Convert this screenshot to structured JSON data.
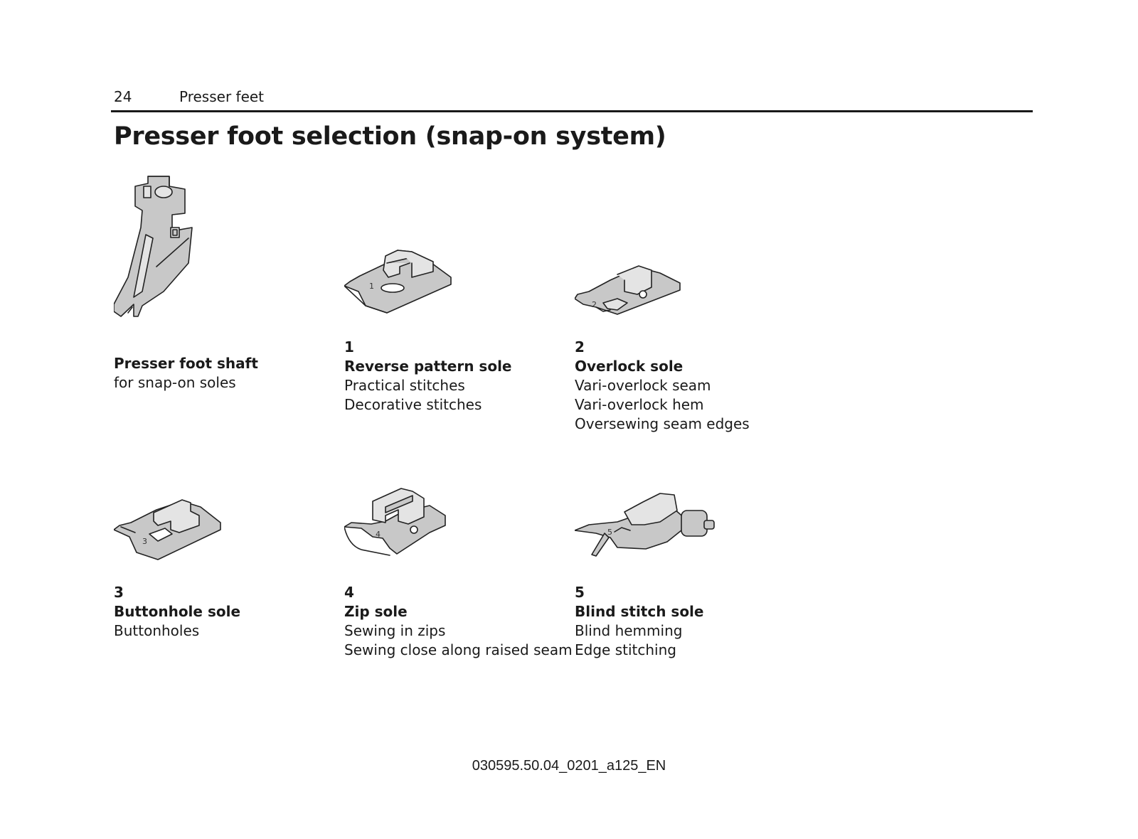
{
  "header": {
    "page_number": "24",
    "section": "Presser feet"
  },
  "title": "Presser foot selection (snap-on system)",
  "items": [
    {
      "number": "",
      "name": "Presser foot shaft",
      "lines": [
        "for snap-on soles"
      ],
      "icon": "presser-foot-shaft-illustration"
    },
    {
      "number": "1",
      "name": "Reverse pattern sole",
      "lines": [
        "Practical stitches",
        "Decorative stitches"
      ],
      "icon": "reverse-pattern-sole-illustration"
    },
    {
      "number": "2",
      "name": "Overlock sole",
      "lines": [
        "Vari-overlock seam",
        "Vari-overlock hem",
        "Oversewing seam edges"
      ],
      "icon": "overlock-sole-illustration"
    },
    {
      "number": "3",
      "name": "Buttonhole sole",
      "lines": [
        "Buttonholes"
      ],
      "icon": "buttonhole-sole-illustration"
    },
    {
      "number": "4",
      "name": "Zip sole",
      "lines": [
        "Sewing in zips",
        "Sewing close along raised seam"
      ],
      "icon": "zip-sole-illustration"
    },
    {
      "number": "5",
      "name": "Blind stitch sole",
      "lines": [
        "Blind hemming",
        "Edge stitching"
      ],
      "icon": "blind-stitch-sole-illustration"
    }
  ],
  "footer": {
    "code": "030595.50.04_0201_a125_EN"
  },
  "colors": {
    "illustration_fill": "#c8c8c8",
    "illustration_fill_light": "#e4e4e4",
    "text": "#1a1a1a",
    "rule": "#1a1a1a"
  }
}
